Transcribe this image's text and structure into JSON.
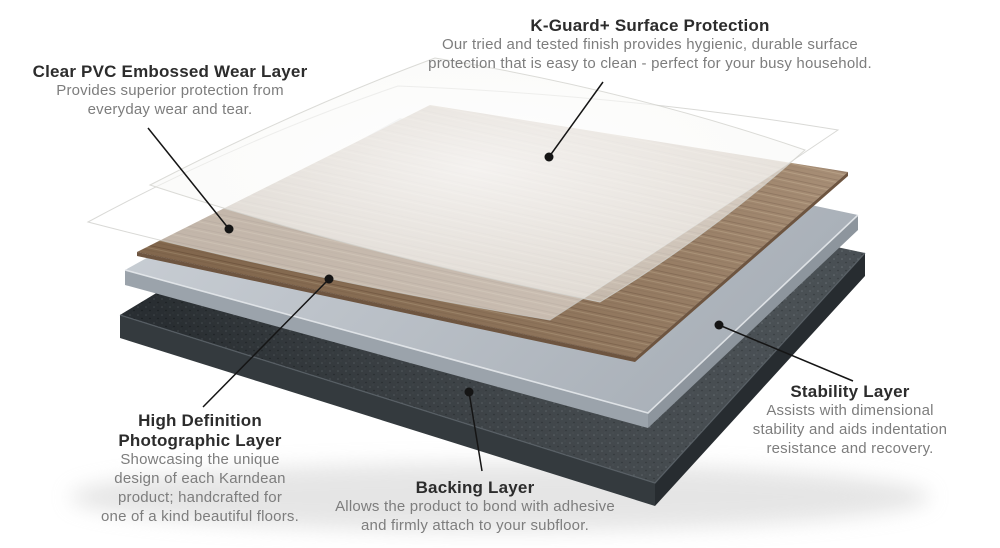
{
  "diagram": {
    "subject": "Exploded view of luxury vinyl flooring construction layers",
    "callouts": [
      {
        "id": "k-guard-surface-protection",
        "title": "K-Guard+ Surface Protection",
        "lines": [
          "Our tried and tested finish provides hygienic, durable surface",
          "protection that is easy to clean - perfect for your busy household."
        ]
      },
      {
        "id": "clear-pvc-embossed-wear-layer",
        "title": "Clear PVC Embossed Wear Layer",
        "lines": [
          "Provides superior protection from",
          "everyday wear and tear."
        ]
      },
      {
        "id": "high-definition-photographic-layer",
        "title_lines": [
          "High Definition",
          "Photographic Layer"
        ],
        "lines": [
          "Showcasing the unique",
          "design of each Karndean",
          "product; handcrafted for",
          "one of a kind beautiful floors."
        ]
      },
      {
        "id": "backing-layer",
        "title": "Backing Layer",
        "lines": [
          "Allows the product to bond with adhesive",
          "and firmly attach to your subfloor."
        ]
      },
      {
        "id": "stability-layer",
        "title": "Stability Layer",
        "lines": [
          "Assists with dimensional",
          "stability and aids indentation",
          "resistance and recovery."
        ]
      }
    ],
    "palette": {
      "title_text": "#2c2c2c",
      "body_text": "#7d7d7d",
      "leader_line": "#151515",
      "wood": "#97785a",
      "wood_edge": "#6e5540",
      "stability_gray": "#b7bdc4",
      "stability_edge_left": "#9ba3ab",
      "stability_edge_right": "#8d959d",
      "stability_bevel": "#e6e9ec",
      "backing_dark": "#394045",
      "backing_edge_left": "#343a3e",
      "backing_edge_right": "#272c30",
      "backing_bevel": "#5d646a",
      "clear_film": "#ffffff"
    }
  }
}
